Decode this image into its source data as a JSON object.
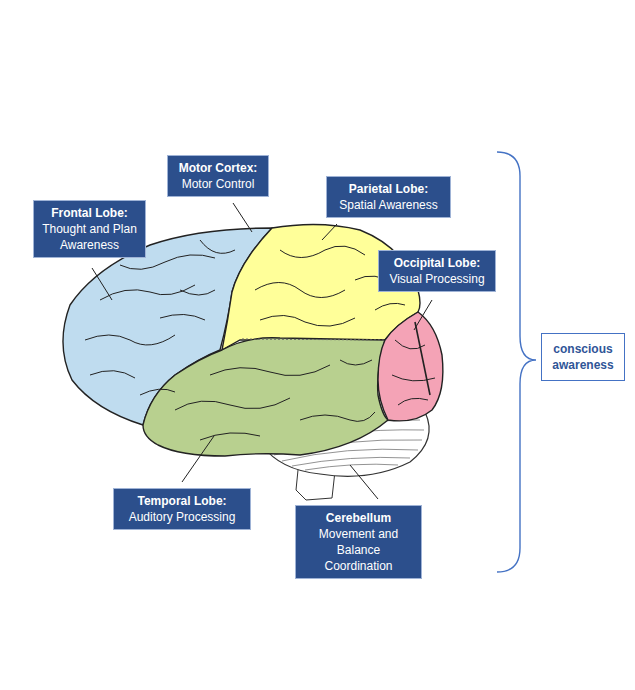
{
  "diagram": {
    "nodes": [
      {
        "text": [
          "Motor Cortex:",
          "Motor Control"
        ]
      },
      {
        "text": [
          "Frontal Lobe:",
          "Thought and Plan Awareness"
        ]
      },
      {
        "text": [
          "Parietal Lobe:",
          "Spatial Awareness"
        ]
      },
      {
        "text": [
          "Occipital Lobe:",
          "Visual Processing"
        ]
      },
      {
        "text": [
          "conscious awareness"
        ]
      },
      {
        "text": [
          "Temporal Lobe:",
          "Auditory Processing"
        ]
      },
      {
        "text": [
          "Cerebellum",
          "Movement and Balance Coordination"
        ]
      }
    ]
  }
}
